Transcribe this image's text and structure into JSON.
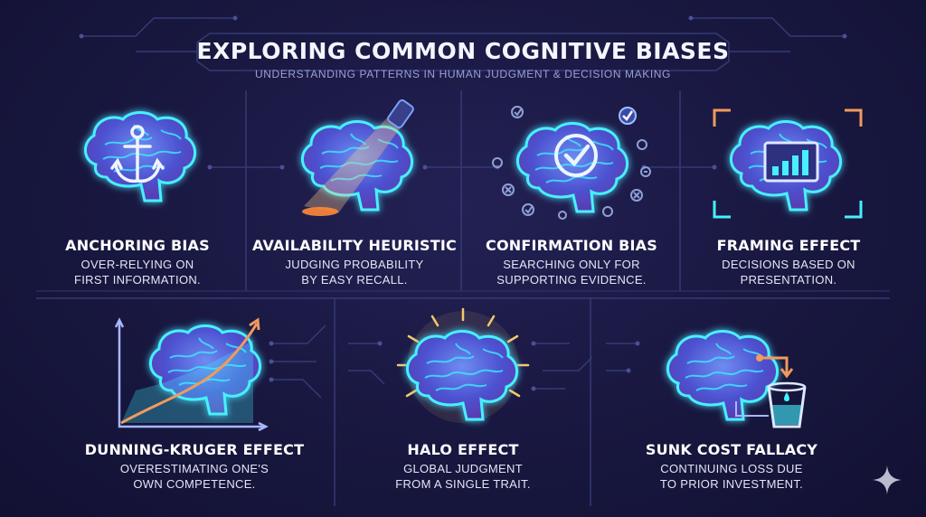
{
  "header": {
    "title": "EXPLORING COMMON COGNITIVE BIASES",
    "subtitle": "UNDERSTANDING PATTERNS IN HUMAN JUDGMENT & DECISION MAKING"
  },
  "biases": [
    {
      "title": "ANCHORING BIAS",
      "desc1": "OVER-RELYING ON",
      "desc2": "FIRST INFORMATION.",
      "icon": "anchor-icon"
    },
    {
      "title": "AVAILABILITY HEURISTIC",
      "desc1": "JUDGING PROBABILITY",
      "desc2": "BY EASY RECALL.",
      "icon": "flashlight-icon"
    },
    {
      "title": "CONFIRMATION BIAS",
      "desc1": "SEARCHING ONLY FOR",
      "desc2": "SUPPORTING EVIDENCE.",
      "icon": "checkmark-icon"
    },
    {
      "title": "FRAMING EFFECT",
      "desc1": "DECISIONS BASED ON",
      "desc2": "PRESENTATION.",
      "icon": "bar-chart-frame-icon"
    },
    {
      "title": "DUNNING-KRUGER EFFECT",
      "desc1": "OVERESTIMATING ONE'S",
      "desc2": "OWN COMPETENCE.",
      "icon": "trend-chart-icon"
    },
    {
      "title": "HALO EFFECT",
      "desc1": "GLOBAL JUDGMENT",
      "desc2": "FROM A SINGLE TRAIT.",
      "icon": "halo-glow-icon"
    },
    {
      "title": "SUNK COST FALLACY",
      "desc1": "CONTINUING LOSS DUE",
      "desc2": "TO PRIOR INVESTMENT.",
      "icon": "glass-of-water-icon"
    }
  ],
  "colors": {
    "background": "#18173f",
    "brain_fill": "#4a5bd6",
    "brain_glow": "#3ee8ff",
    "accent_orange": "#f29a5b",
    "line": "#3b3f7a"
  }
}
